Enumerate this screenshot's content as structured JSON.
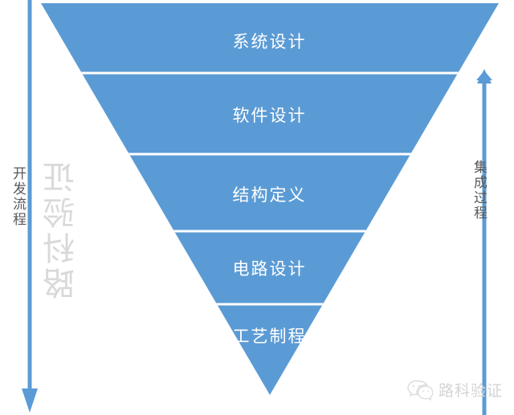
{
  "diagram": {
    "type": "inverted-funnel",
    "colors": {
      "funnel_fill": "#5B9BD5",
      "divider": "#FFFFFF",
      "arrow": "#5B9BD5",
      "arrow_label_text": "#595959",
      "band_label_text": "#FFFFFF",
      "watermark": "#D9D9D9",
      "brand_text": "#D4D4D4",
      "background": "#FFFFFF"
    },
    "bands": [
      {
        "label": "系统设计"
      },
      {
        "label": "软件设计"
      },
      {
        "label": "结构定义"
      },
      {
        "label": "电路设计"
      },
      {
        "label": "工艺制程"
      }
    ]
  },
  "left_arrow": {
    "label": "开发流程",
    "direction": "down",
    "icon": "arrow-down-icon"
  },
  "right_arrow": {
    "label": "集成过程",
    "direction": "up",
    "icon": "arrow-up-icon"
  },
  "watermark": {
    "text": "路科验证"
  },
  "brand": {
    "icon": "wechat-icon",
    "text": "路科验证"
  }
}
